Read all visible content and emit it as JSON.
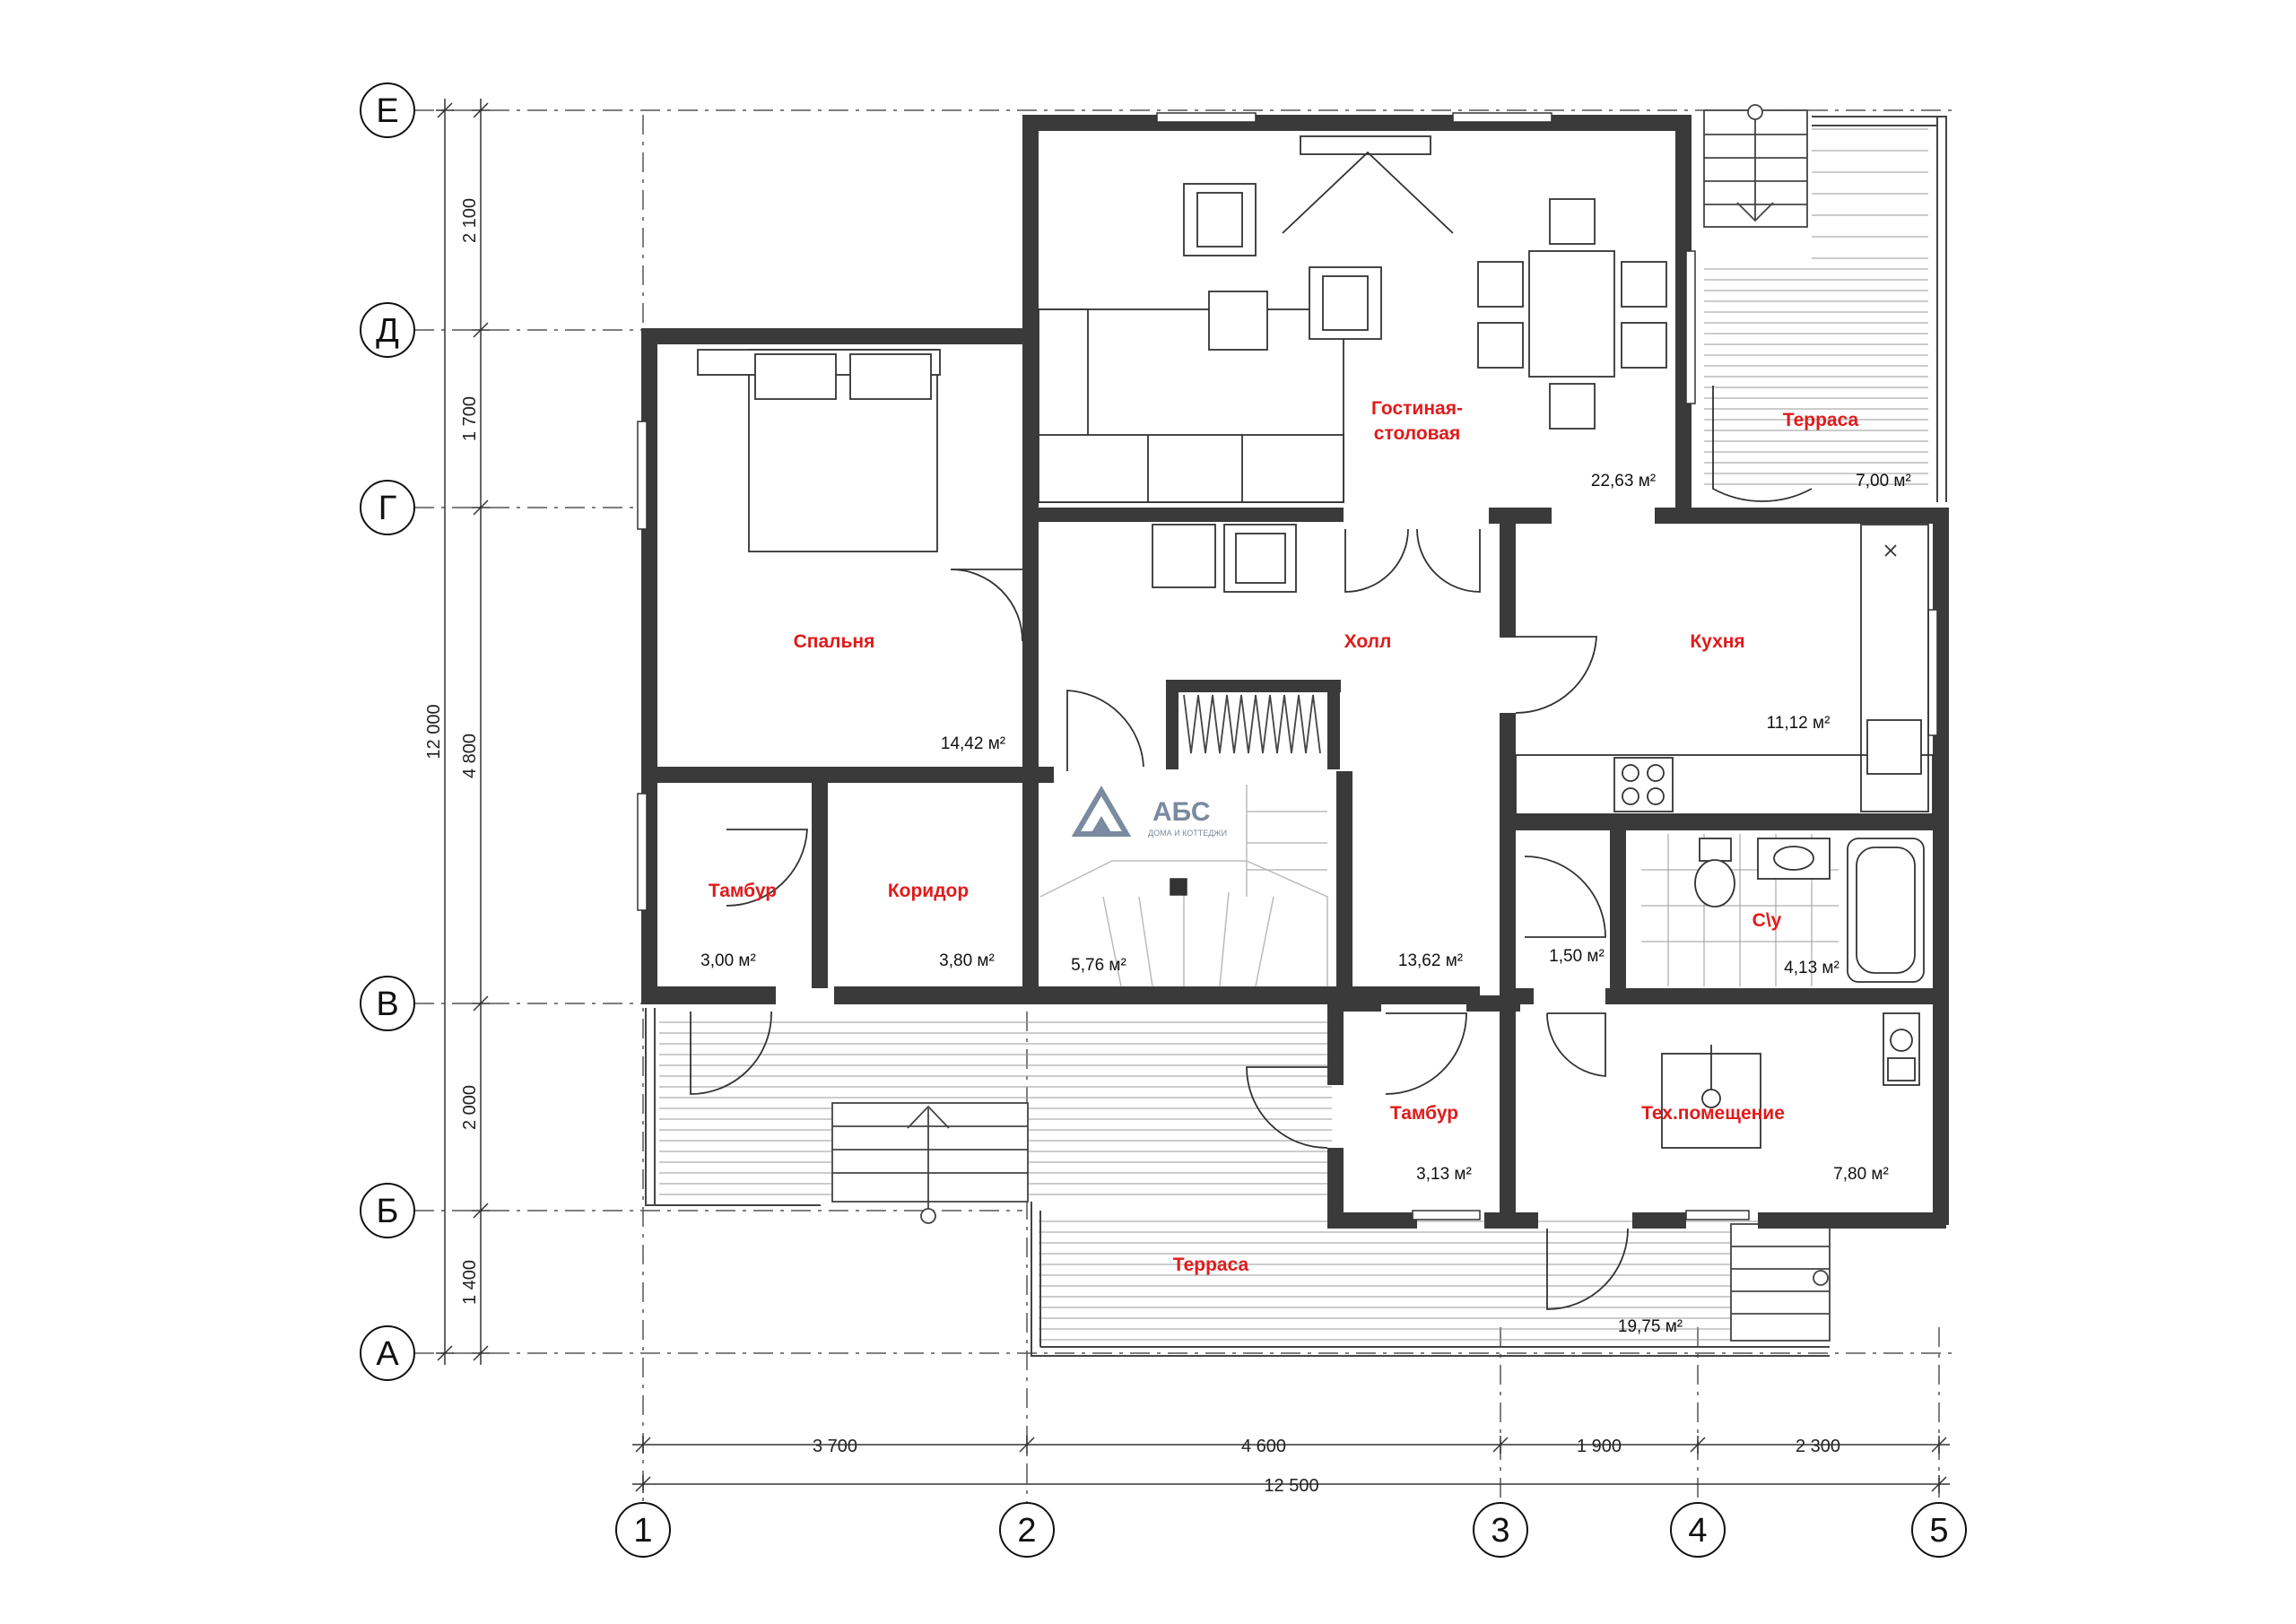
{
  "axes": {
    "rows": [
      {
        "label": "Е"
      },
      {
        "label": "Д"
      },
      {
        "label": "Г"
      },
      {
        "label": "В"
      },
      {
        "label": "Б"
      },
      {
        "label": "А"
      }
    ],
    "columns": [
      {
        "label": "1"
      },
      {
        "label": "2"
      },
      {
        "label": "3"
      },
      {
        "label": "4"
      },
      {
        "label": "5"
      }
    ]
  },
  "dimensions": {
    "vertical": [
      "2 100",
      "1 700",
      "4 800",
      "2 000",
      "1 400"
    ],
    "vertical_total": "12 000",
    "horizontal": [
      "3 700",
      "4 600",
      "1 900",
      "2 300"
    ],
    "horizontal_total": "12 500"
  },
  "rooms": [
    {
      "name": "Гостиная-",
      "name2": "столовая",
      "area": "22,63 м²"
    },
    {
      "name": "Терраса",
      "area": "7,00 м²"
    },
    {
      "name": "Спальня",
      "area": "14,42 м²"
    },
    {
      "name": "Холл",
      "area": "13,62 м²"
    },
    {
      "name": "Кухня",
      "area": "11,12 м²"
    },
    {
      "name": "Тамбур",
      "area": "3,00 м²"
    },
    {
      "name": "Коридор",
      "area": "3,80 м²"
    },
    {
      "name": "",
      "area": "5,76 м²"
    },
    {
      "name": "",
      "area": "1,50 м²"
    },
    {
      "name": "С\\у",
      "area": "4,13 м²"
    },
    {
      "name": "Тамбур",
      "area": "3,13 м²"
    },
    {
      "name": "Тех.помещение",
      "area": "7,80 м²"
    },
    {
      "name": "Терраса",
      "area": "19,75 м²"
    }
  ],
  "logo": {
    "title": "АБС",
    "subtitle": "ДОМА И КОТТЕДЖИ"
  }
}
